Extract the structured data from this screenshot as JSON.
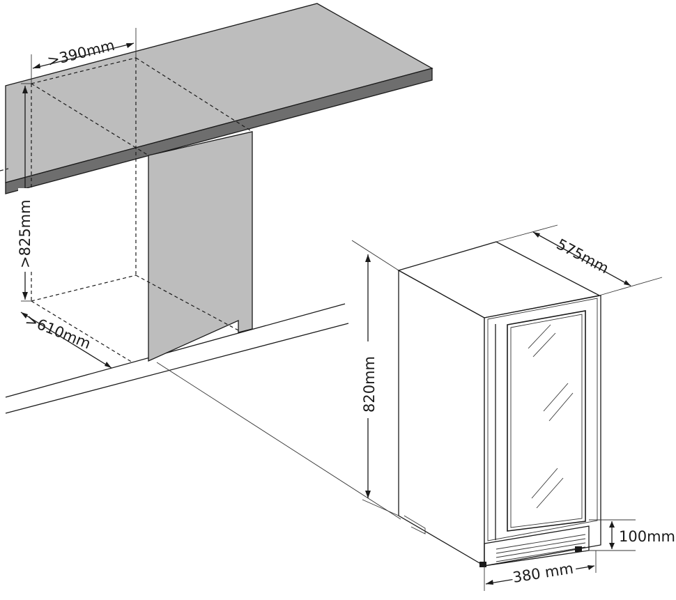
{
  "dimensions": {
    "niche_width": ">390mm",
    "niche_height": ">825mm",
    "niche_depth": ">610mm",
    "unit_depth": "575mm",
    "unit_height": "820mm",
    "plinth_height": "100mm",
    "unit_width": "380 mm"
  },
  "colors": {
    "line": "#1a1a1a",
    "countertop_top": "#bdbdbd",
    "countertop_edge": "#6e6e6e",
    "side_panel": "#bdbdbd",
    "background": "#ffffff"
  }
}
